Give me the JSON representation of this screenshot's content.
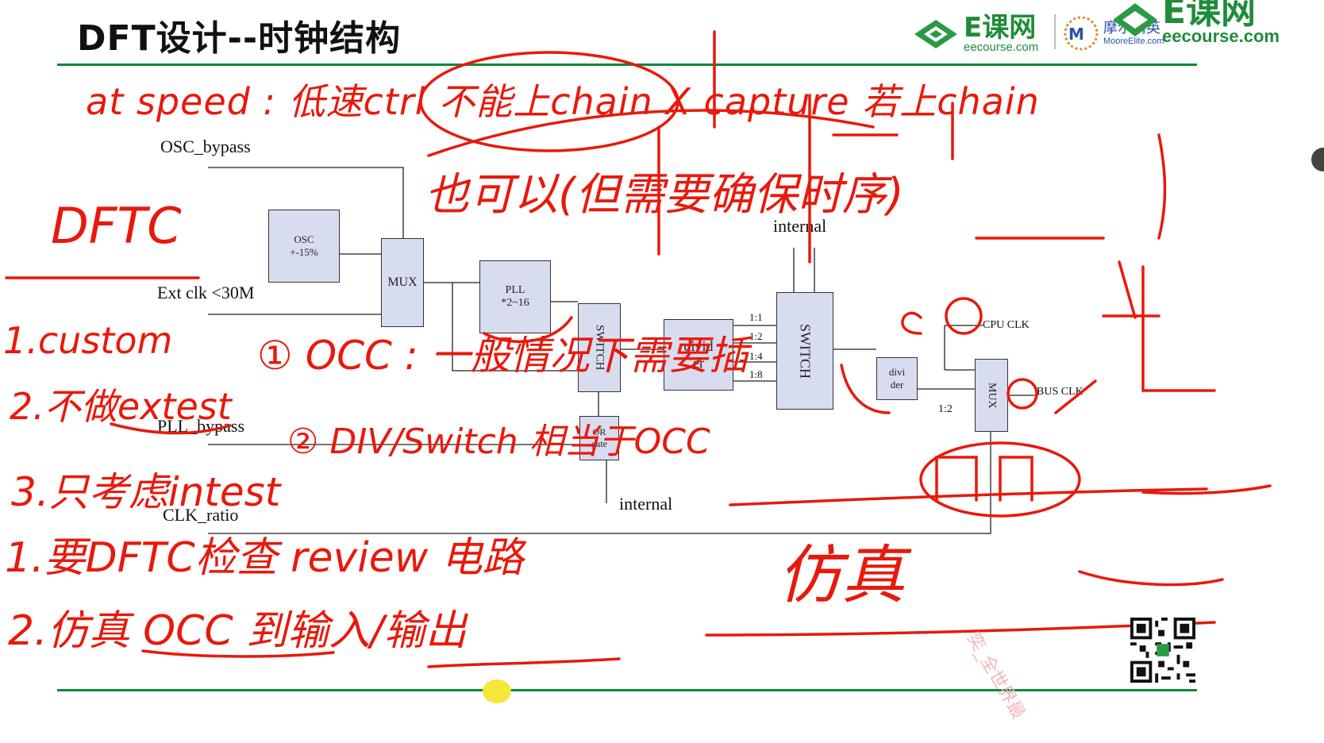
{
  "slide": {
    "title": "DFT设计--时钟结构"
  },
  "logos": {
    "ecourse_brand": "E课网",
    "ecourse_url": "eecourse.com",
    "moore_name": "摩尔精英",
    "moore_sub": "MooreElite.com",
    "corner_brand": "E课网",
    "corner_url": "eecourse.com"
  },
  "diagram": {
    "osc_bypass": "OSC_bypass",
    "ext_clk": "Ext clk <30M",
    "pll_bypass": "PLL_bypass",
    "clk_ratio": "CLK_ratio",
    "osc_box_line1": "OSC",
    "osc_box_line2": "+-15%",
    "mux1": "MUX",
    "pll_line1": "PLL",
    "pll_line2": "*2~16",
    "switch1": "SWITCH",
    "divider1_line1": "divid",
    "divider1_line2": "er",
    "ratio_1": "1:1",
    "ratio_2": "1:2",
    "ratio_4": "1:4",
    "ratio_8": "1:8",
    "switch2": "SWITCH",
    "internal_top": "internal",
    "internal_bottom": "internal",
    "or_gate_line1": "OR",
    "or_gate_line2": "gate",
    "divider2_line1": "divi",
    "divider2_line2": "der",
    "ratio_12": "1:2",
    "mux2": "MUX",
    "cpu_clk": "CPU CLK",
    "bus_clk": "BUS CLK"
  },
  "annotations": {
    "line1": "at speed : 低速ctrl  不能上chain  X capture  若上chain",
    "line2": "也可以(但需要确保时序)",
    "dftc": "DFTC",
    "item_custom": "1.custom",
    "item_no_extest": "2.不做extest",
    "item_intest": "3.只考虑intest",
    "occ1": "① OCC : 一般情况下需要插",
    "occ2": "② DIV/Switch 相当于OCC",
    "review": "1.要DFTC检查 review 电路",
    "simulate": "2.仿真 OCC 到输入/输出",
    "sim_right": "仿真"
  },
  "watermark": "奕_全世界最",
  "colors": {
    "ink": "#e8190c",
    "rule": "#0b8a3a",
    "box_fill": "#d8dcef",
    "brand_green": "#1f8c3a"
  }
}
